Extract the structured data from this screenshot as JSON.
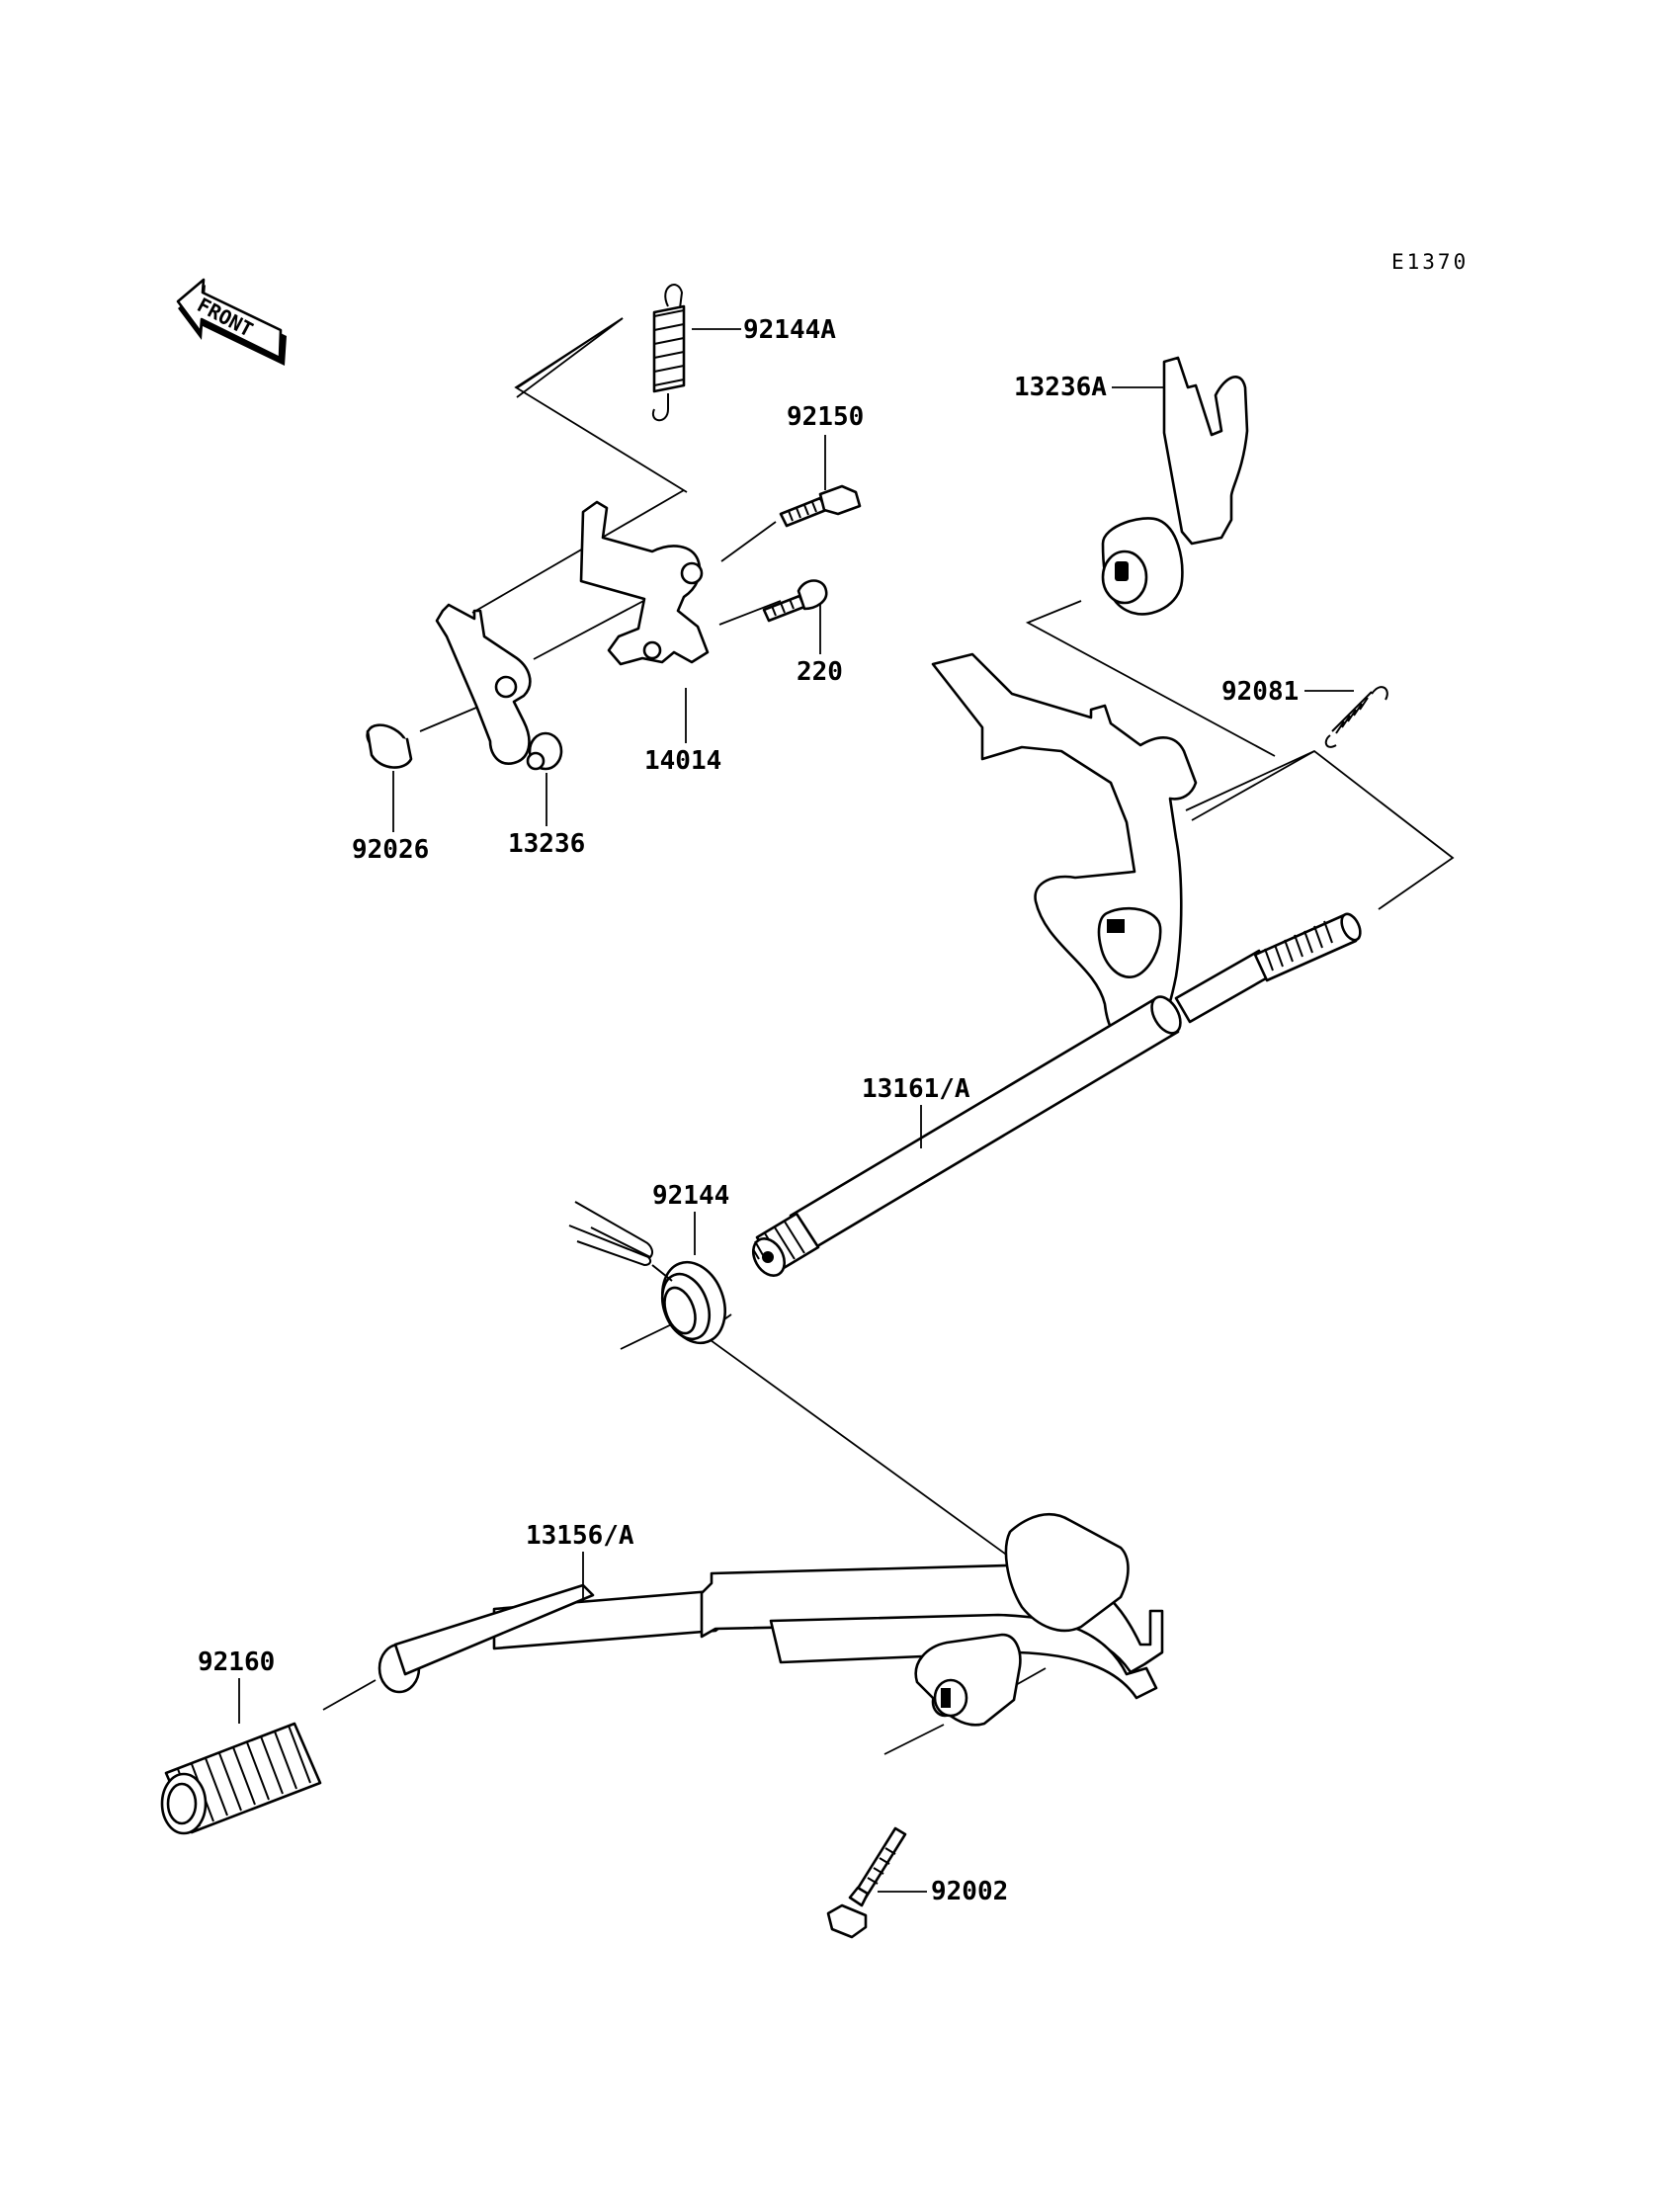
{
  "diagram": {
    "code": "E1370",
    "front_label": "FRONT",
    "parts": {
      "p92144A": "92144A",
      "p92150": "92150",
      "p13236A": "13236A",
      "p220": "220",
      "p92081": "92081",
      "p14014": "14014",
      "p92026": "92026",
      "p13236": "13236",
      "p13161A": "13161/A",
      "p92144": "92144",
      "p13156A": "13156/A",
      "p92160": "92160",
      "p92002": "92002"
    }
  }
}
